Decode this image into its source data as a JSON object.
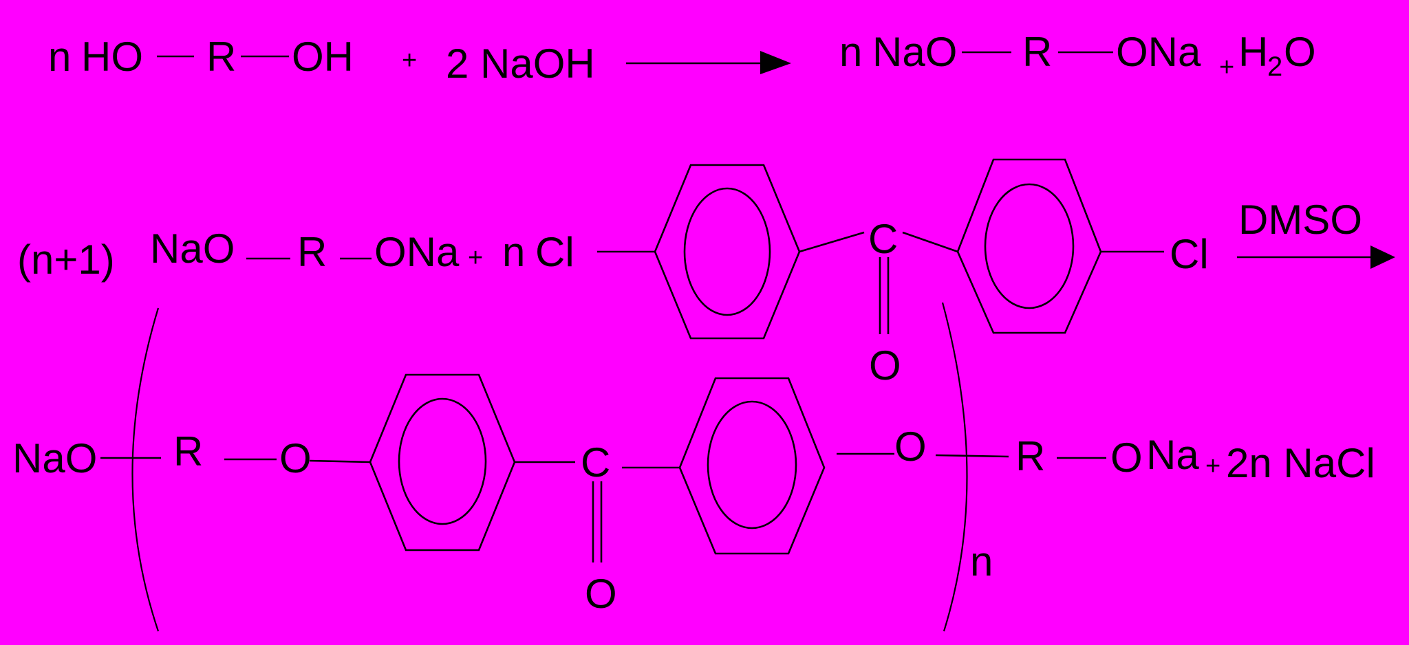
{
  "background": "#ff00ff",
  "ink": "#000000",
  "reaction_1": {
    "diol_n": "n",
    "diol_ho": "HO",
    "diol_r": "R",
    "diol_oh": "OH",
    "plus_1": "+",
    "naoh": "2 NaOH",
    "product_n": "n",
    "product_nao": "NaO",
    "product_r": "R",
    "product_ona": "ONa",
    "plus_2": "+",
    "water_h": "H",
    "water_sub": "2",
    "water_o": "O"
  },
  "reaction_2": {
    "coefficient": "(n+1)",
    "salt_nao": "NaO",
    "salt_r": "R",
    "salt_ona": "ONa",
    "plus": "+",
    "dihalide_n": "n",
    "dihalide_cl_left": "Cl",
    "carbonyl_c": "C",
    "carbonyl_o": "O",
    "dihalide_cl_right": "Cl",
    "solvent": "DMSO"
  },
  "polymer": {
    "end_nao": "NaO",
    "r_1": "R",
    "ether_o_1": "O",
    "carbonyl_c": "C",
    "carbonyl_o": "O",
    "ether_o_2": "O",
    "r_2": "R",
    "end_o": "O",
    "end_na": "Na",
    "repeat_n": "n",
    "plus": "+",
    "byproduct": "2n NaCl"
  },
  "icons": [
    "reaction-arrow",
    "benzene-ring",
    "carbonyl-double-bond",
    "repeat-unit-bracket"
  ]
}
